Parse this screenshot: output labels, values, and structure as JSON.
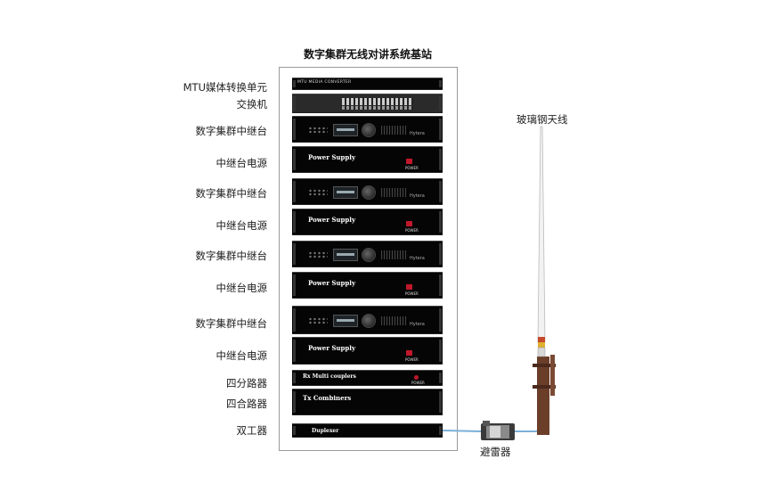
{
  "title": "数字集群无线对讲系统基站",
  "rack_units": [
    {
      "label": "MTU媒体转换单元",
      "kind": "mtu",
      "text": "MTU MEDIA CONVERTER"
    },
    {
      "label": "交换机",
      "kind": "switch",
      "text": ""
    },
    {
      "label": "数字集群中继台",
      "kind": "repeater",
      "text": "Hytera"
    },
    {
      "label": "中继台电源",
      "kind": "psu",
      "text": "Power Supply",
      "tag": "POWER"
    },
    {
      "label": "数字集群中继台",
      "kind": "repeater",
      "text": "Hytera"
    },
    {
      "label": "中继台电源",
      "kind": "psu",
      "text": "Power Supply",
      "tag": "POWER"
    },
    {
      "label": "数字集群中继台",
      "kind": "repeater",
      "text": "Hytera"
    },
    {
      "label": "中继台电源",
      "kind": "psu",
      "text": "Power Supply",
      "tag": "POWER"
    },
    {
      "label": "数字集群中继台",
      "kind": "repeater",
      "text": "Hytera"
    },
    {
      "label": "中继台电源",
      "kind": "psu",
      "text": "Power Supply",
      "tag": "POWER"
    },
    {
      "label": "四分路器",
      "kind": "multicoupler",
      "text": "Rx Multi couplers",
      "tag": "POWER"
    },
    {
      "label": "四合路器",
      "kind": "combiner",
      "text": "Tx Combiners"
    },
    {
      "label": "双工器",
      "kind": "duplexer",
      "text": "Duplexer"
    }
  ],
  "antenna": {
    "label": "玻璃钢天线"
  },
  "surge_arrester": {
    "label": "避雷器"
  },
  "colors": {
    "cable": "#7ab0d8",
    "antenna_mast": "#6b3e2a",
    "unit": "#050505",
    "power_button": "#c0182a"
  }
}
